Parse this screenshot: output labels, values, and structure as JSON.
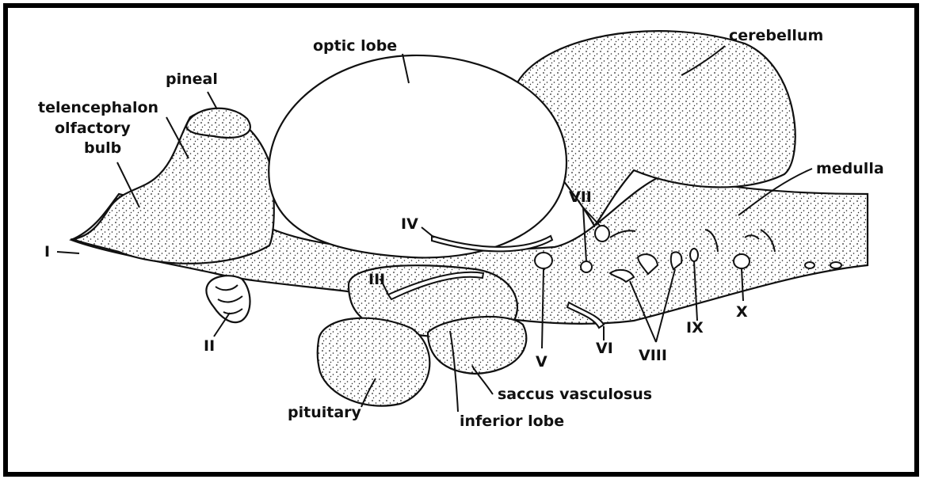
{
  "labels": {
    "optic_lobe": "optic lobe",
    "cerebellum": "cerebellum",
    "pineal": "pineal",
    "telencephalon": "telencephalon",
    "olfactory": "olfactory",
    "bulb": "bulb",
    "medulla": "medulla",
    "pituitary": "pituitary",
    "saccus_vasculosus": "saccus vasculosus",
    "inferior_lobe": "inferior lobe"
  },
  "nerves": {
    "I": "I",
    "II": "II",
    "III": "III",
    "IV": "IV",
    "V": "V",
    "VI": "VI",
    "VII": "VII",
    "VIII": "VIII",
    "IX": "IX",
    "X": "X"
  },
  "colors": {
    "ink": "#111111",
    "paper": "#ffffff",
    "frame": "#000000"
  }
}
